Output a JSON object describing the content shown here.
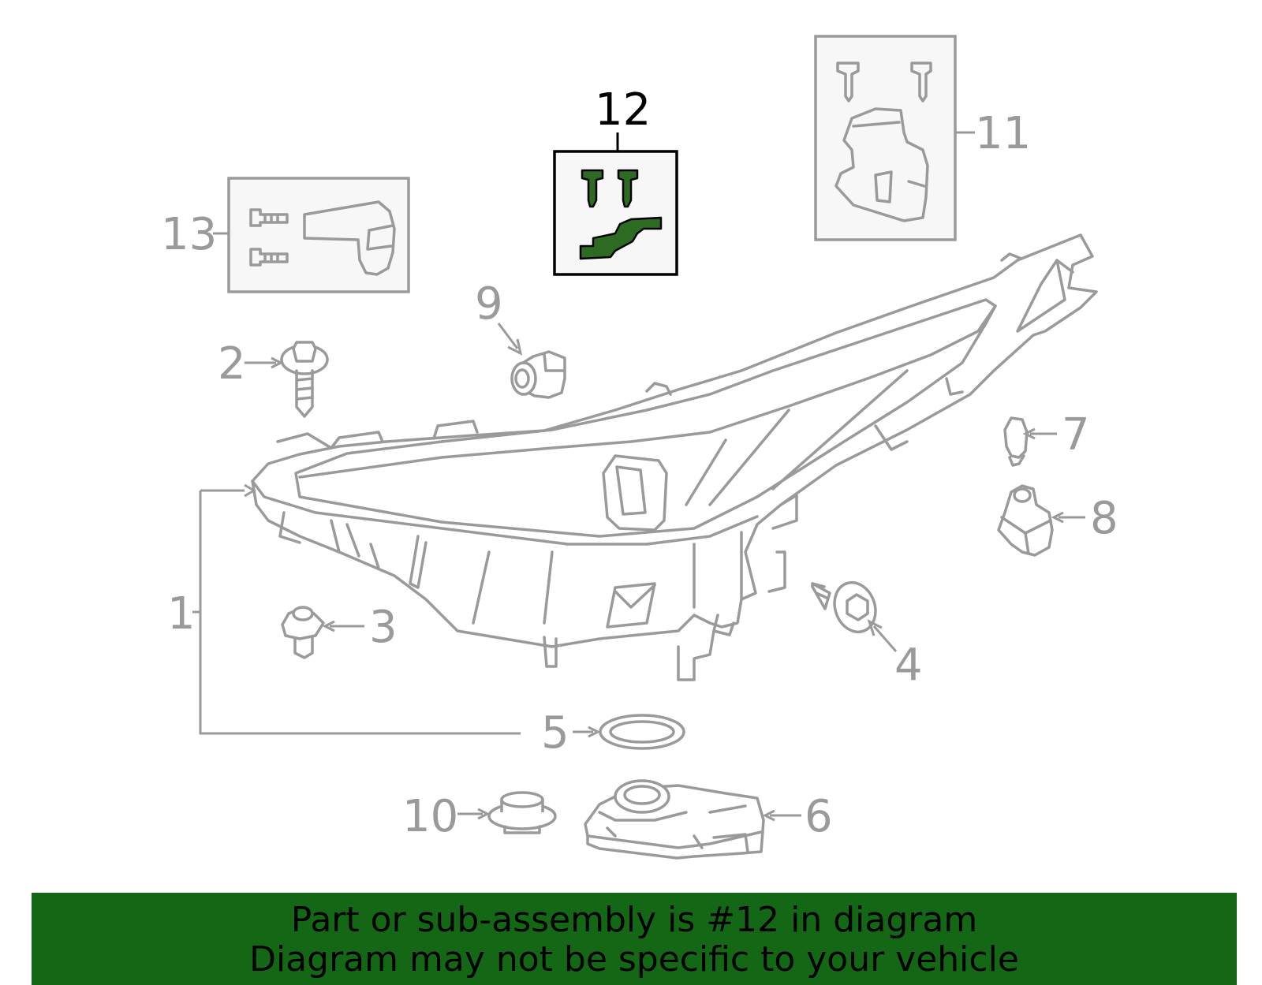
{
  "diagram": {
    "highlighted_part": "12",
    "highlight_color": "#2e6b22",
    "part_color": "#9a9a9a",
    "callouts": {
      "c1": "1",
      "c2": "2",
      "c3": "3",
      "c4": "4",
      "c5": "5",
      "c6": "6",
      "c7": "7",
      "c8": "8",
      "c9": "9",
      "c10": "10",
      "c11": "11",
      "c12": "12",
      "c13": "13"
    }
  },
  "banner": {
    "background_color": "#146714",
    "line1": "Part or sub-assembly is #12 in diagram",
    "line2": "Diagram may not be specific to your vehicle"
  }
}
